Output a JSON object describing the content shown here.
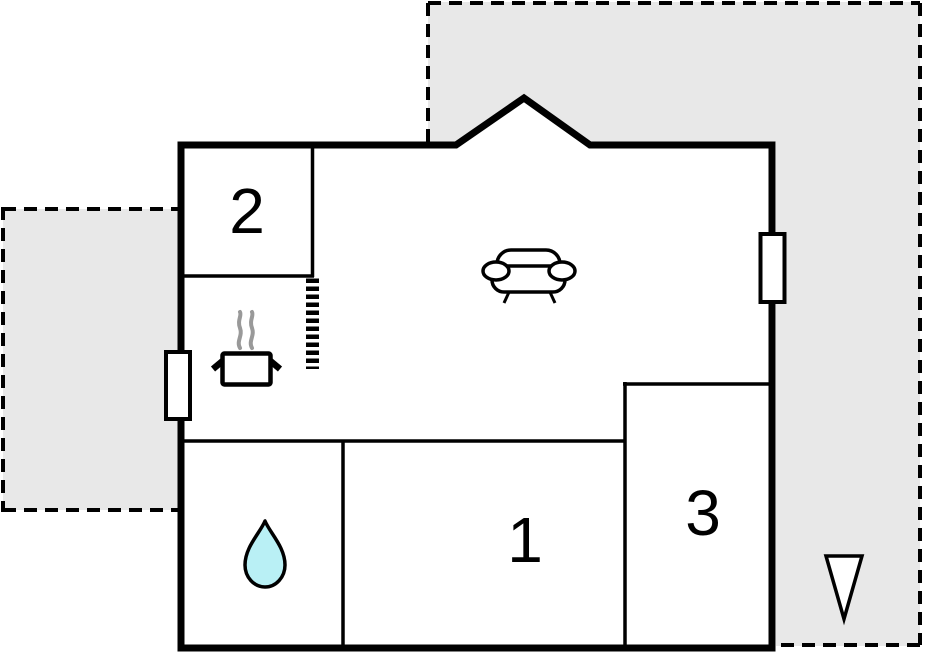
{
  "colors": {
    "paper": "#ffffff",
    "terrace-fill": "#e8e8e8",
    "wall": "#000000",
    "water": "#b9f0f5",
    "steam": "#999999",
    "label": "#000000"
  },
  "floorplan": {
    "type": "floor-plan",
    "rooms": [
      {
        "label": "2"
      },
      {
        "label": "1"
      },
      {
        "label": "3"
      }
    ],
    "icons": [
      {
        "name": "sofa-icon"
      },
      {
        "name": "stove-steam-icon"
      },
      {
        "name": "water-drop-icon"
      },
      {
        "name": "north-arrow-icon"
      },
      {
        "name": "window-icon"
      },
      {
        "name": "door-opening-icon"
      }
    ]
  }
}
